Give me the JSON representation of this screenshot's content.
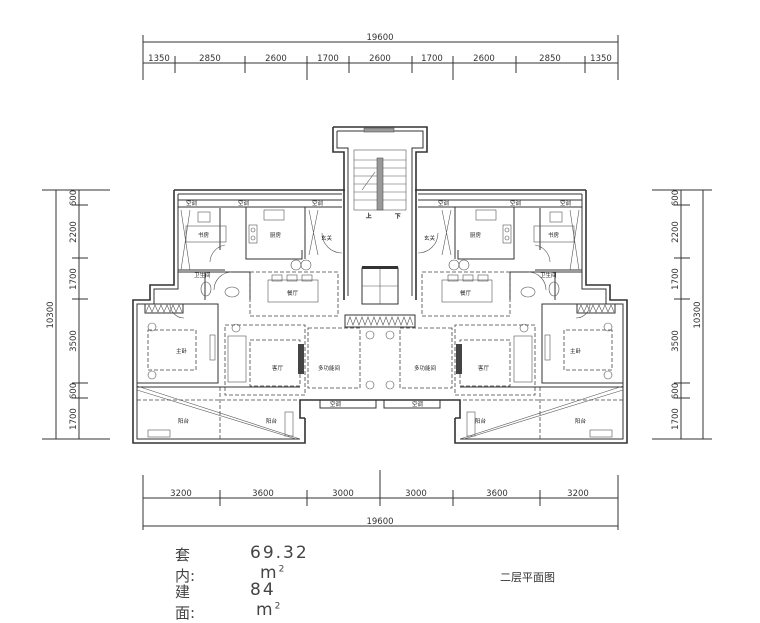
{
  "drawing": {
    "title": "二层平面图",
    "area": {
      "inner_label": "套内:",
      "inner_value": "69.32",
      "building_label": "建面:",
      "building_value": "84",
      "unit": "m",
      "unit_sup": "2"
    }
  },
  "dimensions": {
    "top_total": "19600",
    "top_segments": [
      "1350",
      "2850",
      "2600",
      "1700",
      "2600",
      "1700",
      "2600",
      "2850",
      "1350"
    ],
    "bottom_total": "19600",
    "bottom_segments": [
      "3200",
      "3600",
      "3000",
      "3000",
      "3600",
      "3200"
    ],
    "left_total": "10300",
    "left_segments": [
      "600",
      "2200",
      "1700",
      "3500",
      "600",
      "1700"
    ],
    "right_total": "10300",
    "right_segments": [
      "600",
      "2200",
      "1700",
      "3500",
      "600",
      "1700"
    ]
  },
  "rooms": {
    "left_unit": {
      "ac_1": "空调",
      "ac_2": "空调",
      "ac_3": "空调",
      "study": "书房",
      "kitchen": "厨房",
      "foyer": "玄关",
      "bathroom": "卫生间",
      "dining": "餐厅",
      "master_bedroom": "主卧",
      "living": "客厅",
      "multi_room": "多功能间",
      "balcony_1": "阳台",
      "balcony_2": "阳台",
      "ac_bottom": "空调"
    },
    "right_unit": {
      "ac_1": "空调",
      "ac_2": "空调",
      "ac_3": "空调",
      "study": "书房",
      "kitchen": "厨房",
      "foyer": "玄关",
      "bathroom": "卫生间",
      "dining": "餐厅",
      "master_bedroom": "主卧",
      "living": "客厅",
      "multi_room": "多功能间",
      "balcony_1": "阳台",
      "balcony_2": "阳台",
      "ac_bottom": "空调"
    },
    "stair": {
      "up": "上",
      "down": "下"
    }
  }
}
